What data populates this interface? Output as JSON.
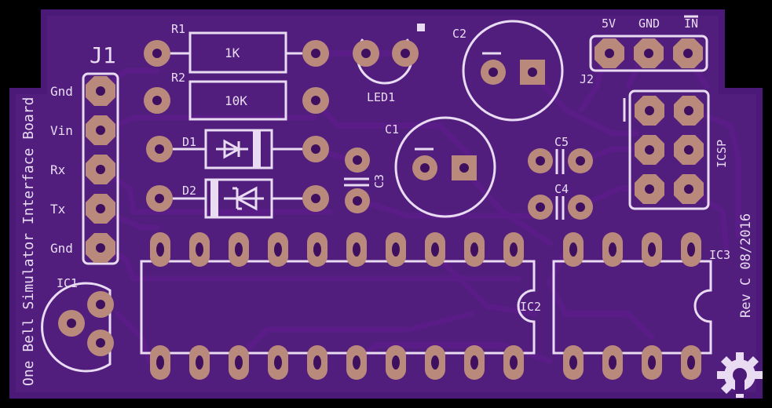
{
  "board": {
    "title": "One Bell Simulator Interface Board",
    "revision": "Rev C 08/2016",
    "colors": {
      "board": "#4b1a78",
      "outline": "#000000",
      "silk": "#e9dcf2",
      "pad": "#b98a7c"
    },
    "logo_icon": "gear-icon"
  },
  "components": {
    "j1": {
      "ref": "J1",
      "pins": [
        "Gnd",
        "Vin",
        "Rx",
        "Tx",
        "Gnd"
      ]
    },
    "r1": {
      "ref": "R1",
      "value": "1K"
    },
    "r2": {
      "ref": "R2",
      "value": "10K"
    },
    "d1": {
      "ref": "D1"
    },
    "d2": {
      "ref": "D2"
    },
    "led1": {
      "ref": "LED1"
    },
    "c1": {
      "ref": "C1"
    },
    "c2": {
      "ref": "C2"
    },
    "c3": {
      "ref": "C3"
    },
    "c4": {
      "ref": "C4"
    },
    "c5": {
      "ref": "C5"
    },
    "j2": {
      "ref": "J2",
      "pins": [
        "5V",
        "GND",
        "IN"
      ]
    },
    "icsp": {
      "ref": "ICSP"
    },
    "ic1": {
      "ref": "IC1"
    },
    "ic2": {
      "ref": "IC2"
    },
    "ic3": {
      "ref": "IC3"
    }
  }
}
